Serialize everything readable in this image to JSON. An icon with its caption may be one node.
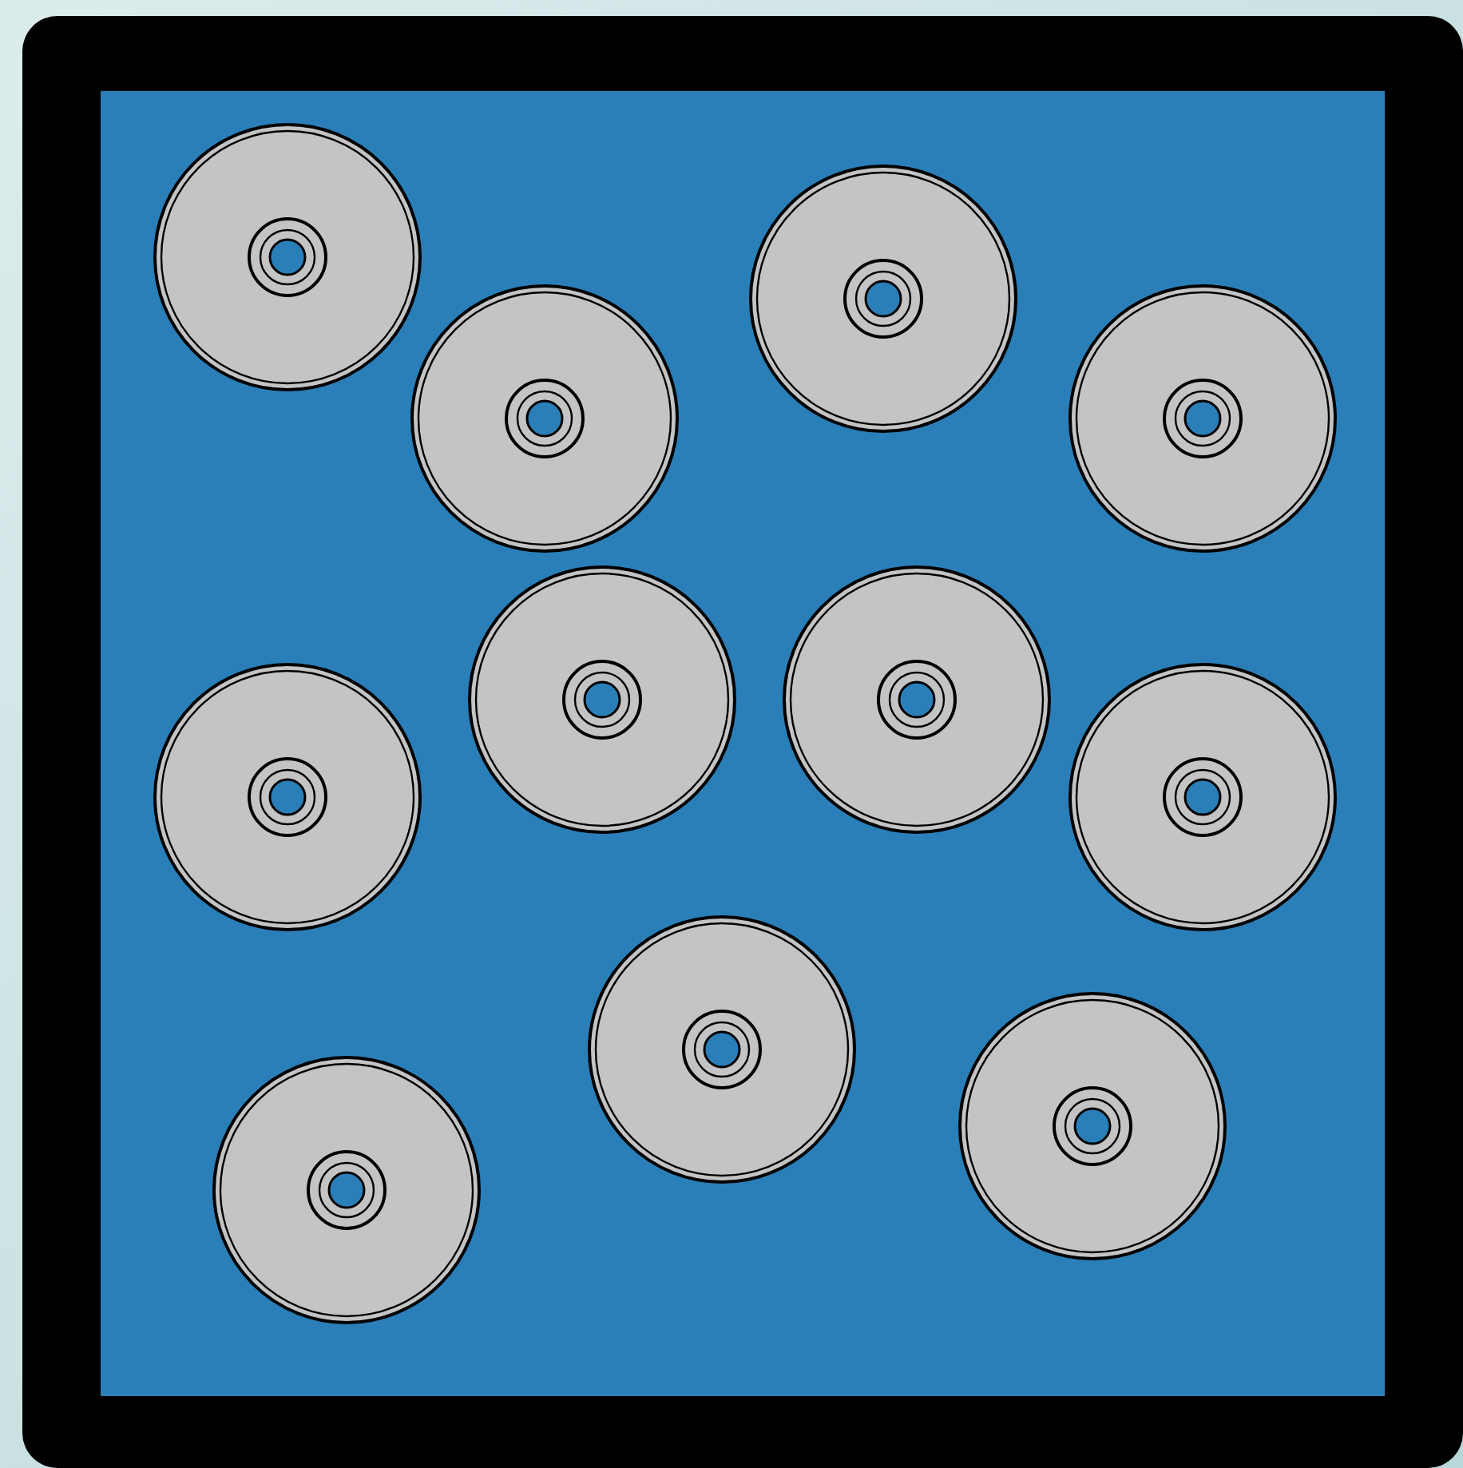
{
  "diagram": {
    "nodes": [
      {
        "text": [],
        "shape": "box"
      },
      {
        "text": [],
        "shape": "circle",
        "in": 0
      },
      {
        "text": [],
        "shape": "circle",
        "in": 0
      },
      {
        "text": [],
        "shape": "circle",
        "in": 0
      },
      {
        "text": [],
        "shape": "circle",
        "in": 0
      },
      {
        "text": [],
        "shape": "circle",
        "in": 0
      },
      {
        "text": [],
        "shape": "circle",
        "in": 0
      },
      {
        "text": [],
        "shape": "circle",
        "in": 0
      },
      {
        "text": [],
        "shape": "circle",
        "in": 0
      },
      {
        "text": [],
        "shape": "circle",
        "in": 0
      },
      {
        "text": [],
        "shape": "circle",
        "in": 0
      },
      {
        "text": [],
        "shape": "circle",
        "in": 0
      }
    ]
  }
}
